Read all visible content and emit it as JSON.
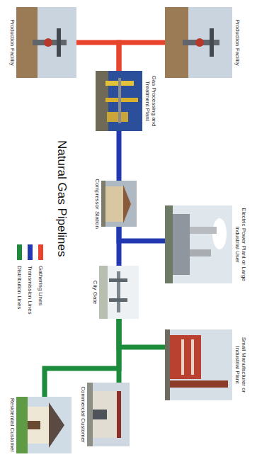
{
  "diagram": {
    "title": "Natural Gas Pipelines",
    "nodes": [
      {
        "text": [
          "Production Facility"
        ]
      },
      {
        "text": [
          "Production Facility"
        ]
      },
      {
        "text": [
          "Gas Processing and Treatment Plant"
        ]
      },
      {
        "text": [
          "Compressor Station"
        ]
      },
      {
        "text": [
          "Electric Power Plant or Large Industrial User"
        ]
      },
      {
        "text": [
          "City Gate"
        ]
      },
      {
        "text": [
          "Small Manufacturer or Industrial Plant"
        ]
      },
      {
        "text": [
          "Commercial Customer"
        ]
      },
      {
        "text": [
          "Residential Customer"
        ]
      }
    ],
    "edges": [
      {
        "from": 0,
        "to": 2,
        "arrow": "none"
      },
      {
        "from": 1,
        "to": 2,
        "arrow": "none"
      },
      {
        "from": 2,
        "to": 3,
        "arrow": "none"
      },
      {
        "from": 3,
        "to": 4,
        "arrow": "none"
      },
      {
        "from": 3,
        "to": 5,
        "arrow": "none"
      },
      {
        "from": 5,
        "to": 6,
        "arrow": "none"
      },
      {
        "from": 5,
        "to": 7,
        "arrow": "none"
      },
      {
        "from": 5,
        "to": 8,
        "arrow": "none"
      }
    ],
    "legend": [
      {
        "text": "Gathering Lines",
        "color": "#e8432d"
      },
      {
        "text": "Transmission Lines",
        "color": "#2238b0"
      },
      {
        "text": "Distribution Lines",
        "color": "#1c8c3c"
      }
    ]
  }
}
